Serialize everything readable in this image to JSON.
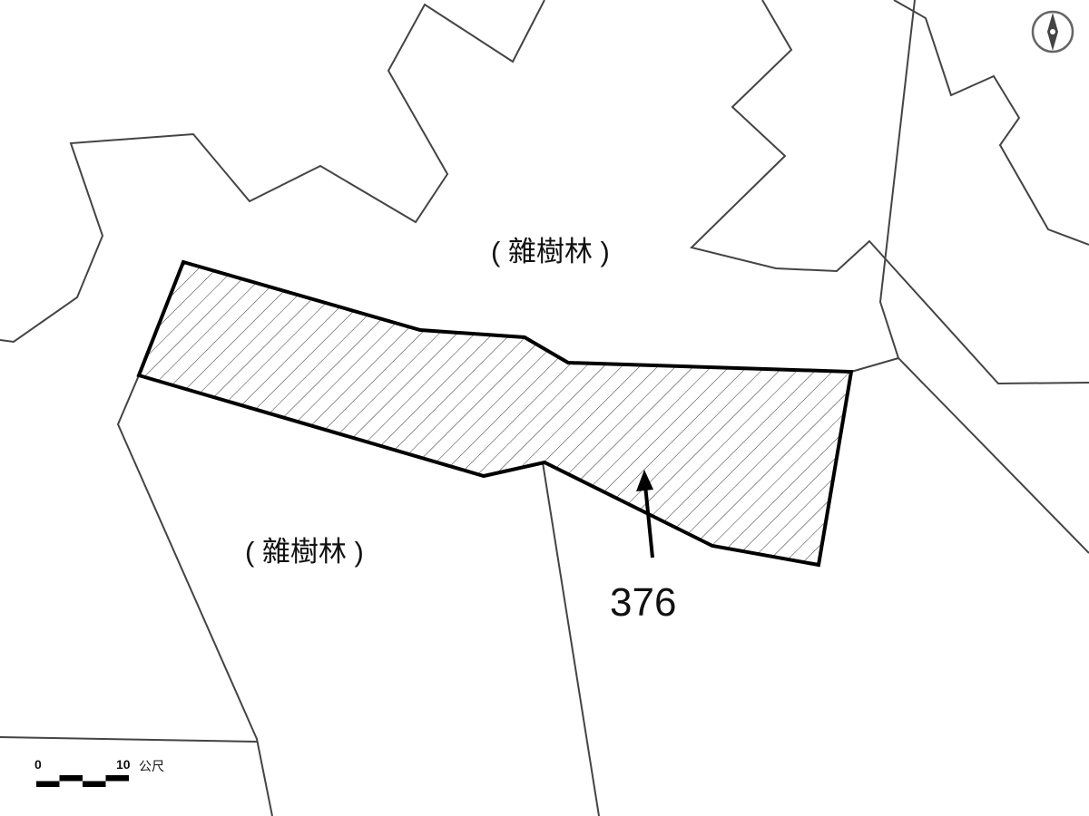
{
  "labels": {
    "vegetation_north": "( 雜樹林 )",
    "vegetation_south": "( 雜樹林 )",
    "parcel_number": "376"
  },
  "scale_bar": {
    "start": "0",
    "end": "10",
    "unit": "公尺"
  },
  "icons": {
    "compass": "north-arrow-icon"
  }
}
